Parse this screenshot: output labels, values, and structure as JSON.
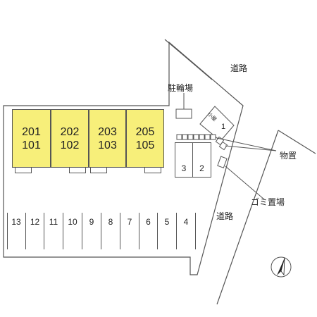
{
  "roads": {
    "top_label": "道路",
    "right_label": "道路"
  },
  "facilities": {
    "bicycle_parking": "駐輪場",
    "storage": "物置",
    "garbage": "ゴミ置場",
    "shed_label": "小屋"
  },
  "units": [
    {
      "upper": "201",
      "lower": "101"
    },
    {
      "upper": "202",
      "lower": "102"
    },
    {
      "upper": "203",
      "lower": "103"
    },
    {
      "upper": "205",
      "lower": "105"
    }
  ],
  "parking_row": [
    "13",
    "12",
    "11",
    "10",
    "9",
    "8",
    "7",
    "6",
    "5",
    "4"
  ],
  "side_parking": [
    "1",
    "3",
    "2"
  ],
  "colors": {
    "units": "#f7ef7a",
    "lines": "#555555"
  },
  "north_icon": "north-arrow-icon"
}
